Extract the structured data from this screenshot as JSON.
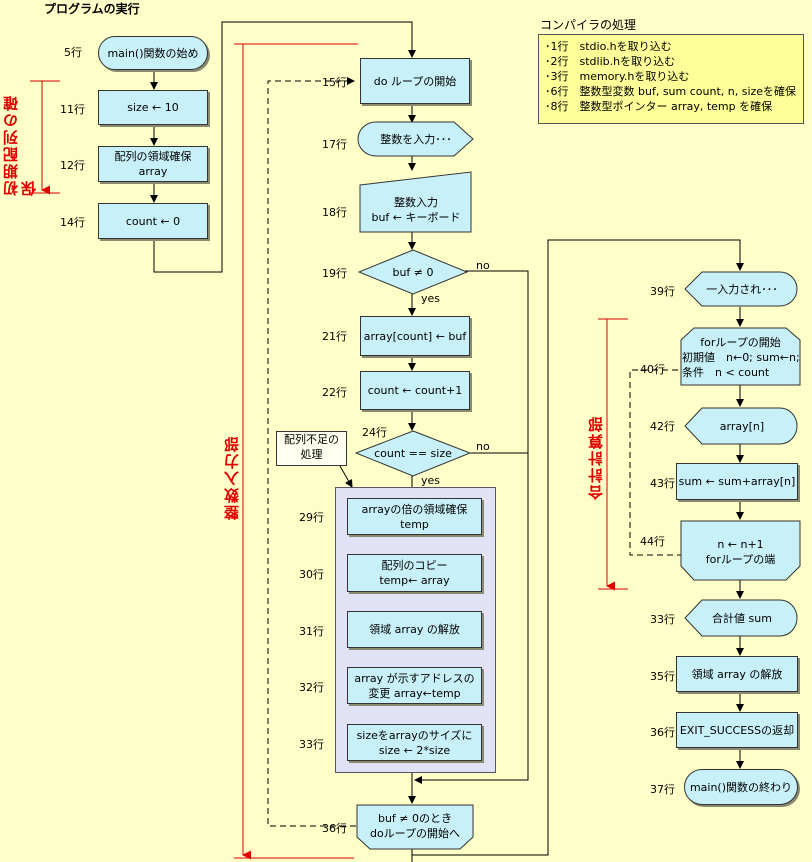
{
  "headers": {
    "main_title": "プログラムの実行",
    "compiler_title": "コンパイラの処理"
  },
  "compiler_notes": [
    "･1行　stdio.hを取り込む",
    "･2行　stdlib.hを取り込む",
    "･3行　memory.hを取り込む",
    "･6行　整数型変数 buf, sum count, n, sizeを確保",
    "･8行　整数型ポインター array, temp を確保"
  ],
  "section_labels": {
    "array_alloc": "初期配列の確保",
    "input_part": "整数入力部",
    "sum_part": "合計計算部"
  },
  "note": {
    "line1": "配列不足の",
    "line2": "処理"
  },
  "line_labels": {
    "l5": "5行",
    "l11": "11行",
    "l12": "12行",
    "l14": "14行",
    "l15": "15行",
    "l17": "17行",
    "l18": "18行",
    "l19": "19行",
    "l21": "21行",
    "l22": "22行",
    "l24": "24行",
    "l29": "29行",
    "l30": "30行",
    "l31": "31行",
    "l32": "32行",
    "l33a": "33行",
    "l36a": "36行",
    "l39": "39行",
    "l40": "40行",
    "l42": "42行",
    "l43": "43行",
    "l44": "44行",
    "l33b": "33行",
    "l35": "35行",
    "l36b": "36行",
    "l37": "37行"
  },
  "nodes": {
    "main_start": "main()関数の始め",
    "size_init": "size ← 10",
    "alloc_line1": "配列の領域確保",
    "alloc_line2": "array",
    "count_init": "count ← 0",
    "do_start": "do ループの開始",
    "input_prompt": "整数を入力･･･",
    "input_line1": "整数入力",
    "input_line2": "buf ← キーボード",
    "cond_buf": "buf ≠ 0",
    "assign_array": "array[count] ← buf",
    "count_inc": "count ← count+1",
    "cond_size": "count == size",
    "double_line1": "arrayの倍の領域確保",
    "double_line2": "temp",
    "copy_line1": "配列のコピー",
    "copy_line2": "temp← array",
    "free_array": "領域 array の解放",
    "reassign_line1": "array が示すアドレスの",
    "reassign_line2": "変更 array←temp",
    "resize_line1": "sizeをarrayのサイズに",
    "resize_line2": "size ← 2*size",
    "loop_end_line1": "buf ≠ 0のとき",
    "loop_end_line2": "doループの開始へ",
    "input_done": "一入力され･･･",
    "for_line1": "forループの開始",
    "for_line2": "初期値　n←0; sum←n;",
    "for_line3": "条件　n < count",
    "output_array": "array[n]",
    "sum_add": "sum ← sum+array[n]",
    "for_end_line1": "n ← n+1",
    "for_end_line2": "forループの端",
    "sum_total": "合計値 sum",
    "free_array2": "領域 array の解放",
    "return_exit": "EXIT_SUCCESSの返却",
    "main_end": "main()関数の終わり"
  },
  "branch_labels": {
    "no1": "no",
    "yes1": "yes",
    "no2": "no",
    "yes2": "yes"
  },
  "colors": {
    "background": "#fefec8",
    "node_fill": "#c8f0f8",
    "notes_fill": "#ffff99",
    "panel_fill": "#e2e2f6",
    "red_marker": "#e00000"
  }
}
